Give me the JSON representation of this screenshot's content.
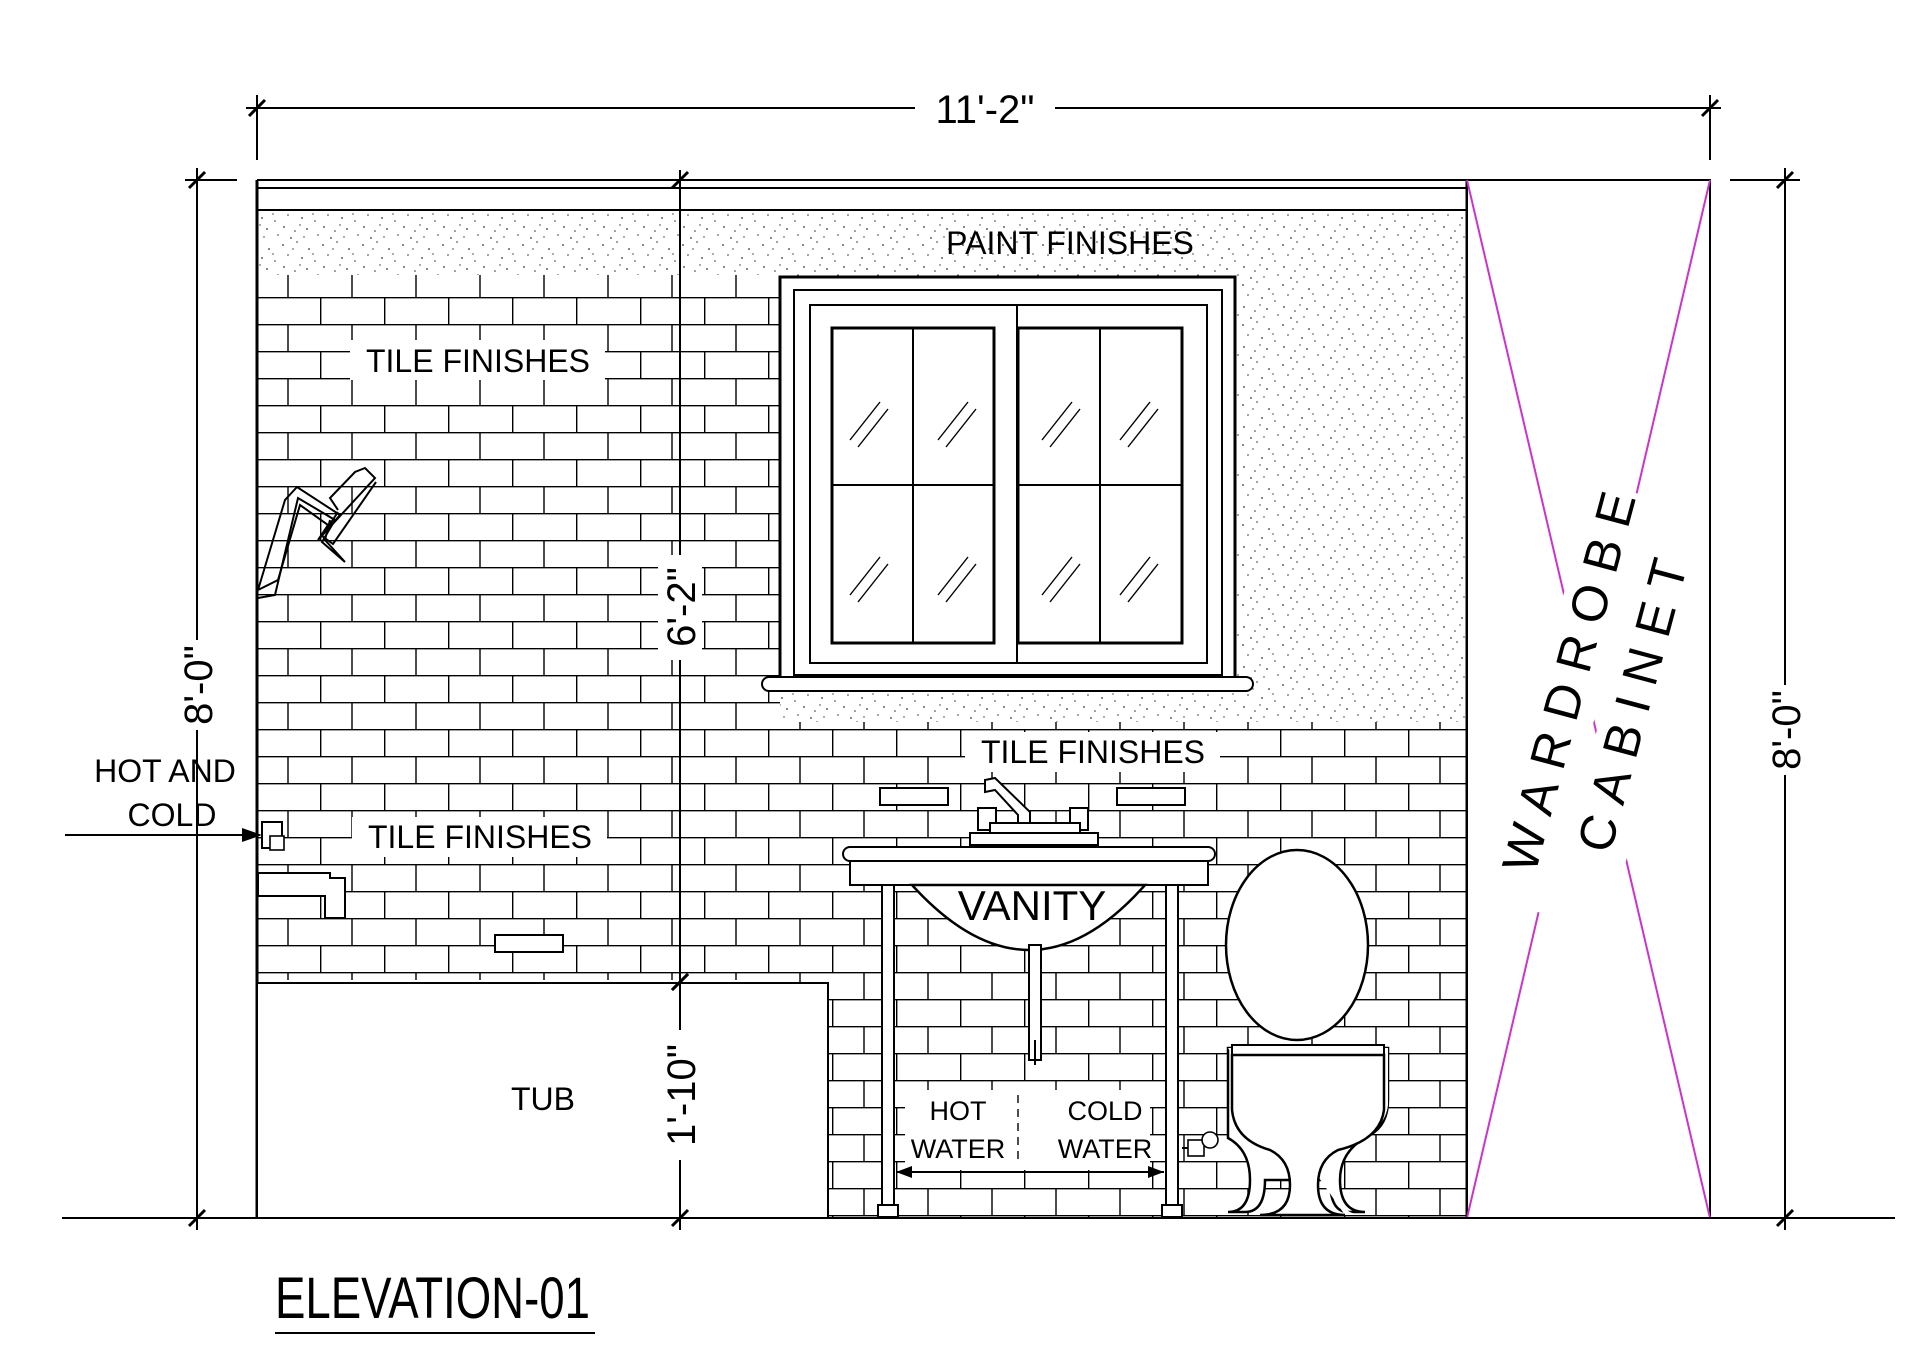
{
  "title": "ELEVATION-01",
  "dimensions": {
    "overall_width": "11'-2\"",
    "left_height": "8'-0\"",
    "right_height": "8'-0\"",
    "window_height": "6'-2\"",
    "tub_height": "1'-10\""
  },
  "labels": {
    "paint_finishes": "PAINT FINISHES",
    "tile_finishes_upper": "TILE FINISHES",
    "tile_finishes_mid": "TILE FINISHES",
    "tile_finishes_lower": "TILE FINISHES",
    "hot_and_cold_line1": "HOT AND",
    "hot_and_cold_line2": "COLD",
    "tub": "TUB",
    "vanity": "VANITY",
    "hot_water_line1": "HOT",
    "hot_water_line2": "WATER",
    "cold_water_line1": "COLD",
    "cold_water_line2": "WATER",
    "wardrobe": "WARDROBE",
    "cabinet": "CABINET"
  },
  "colors": {
    "line": "#000000",
    "wardrobe_diagonal": "#cc33cc",
    "background": "#ffffff"
  }
}
